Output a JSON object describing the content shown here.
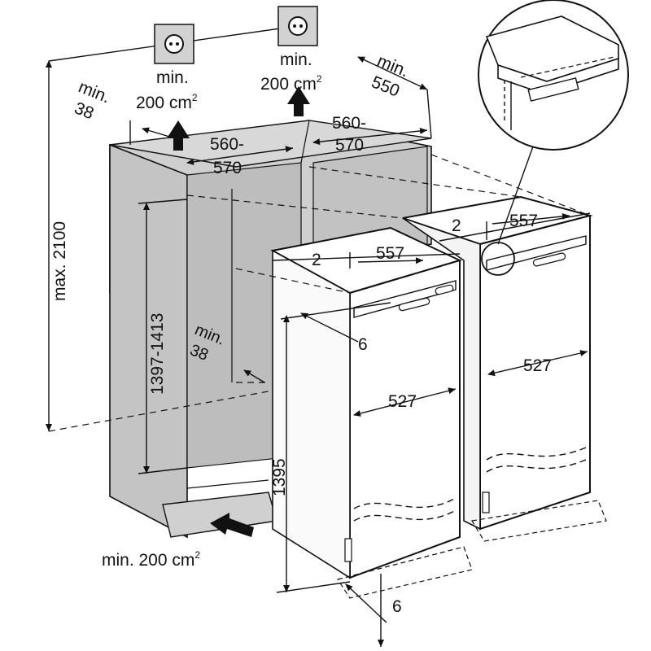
{
  "labels": {
    "vent_top_left": "min.",
    "vent_top_left_value": "200 cm",
    "vent_top_right": "min.",
    "vent_top_right_value": "200 cm",
    "vent_bottom": "min. 200 cm",
    "superscript": "2",
    "gap_top_left_min": "min.",
    "gap_top_left_value": "38",
    "gap_inner_min": "min.",
    "gap_inner_value": "38",
    "depth_right_min": "min.",
    "depth_right_value": "550",
    "niche_width_left_a": "560-",
    "niche_width_left_b": "570",
    "niche_width_right_a": "560-",
    "niche_width_right_b": "570",
    "max_height": "max. 2100",
    "niche_height": "1397-1413",
    "appliance_height": "1395",
    "depth_left_gap": "2",
    "depth_left": "557",
    "depth_right_gap": "2",
    "depth_right": "557",
    "door_offset_top": "6",
    "door_offset_bottom": "6",
    "width_left": "527",
    "width_right": "527"
  },
  "colors": {
    "line": "#111111",
    "niche_fill": "#cfcfcf",
    "niche_dark": "#b8b8b8",
    "appliance_fill": "#ffffff"
  },
  "icons": [
    "socket-icon",
    "socket-icon",
    "airflow-arrow-icon",
    "magnifier-detail-icon"
  ]
}
